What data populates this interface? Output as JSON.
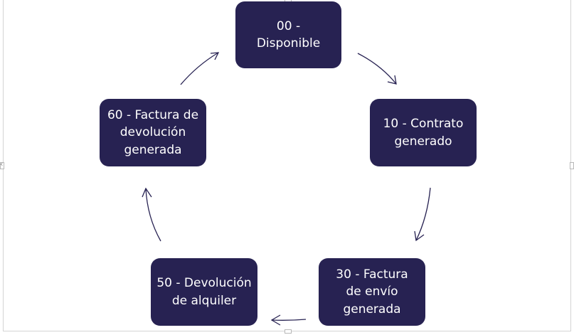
{
  "diagram": {
    "type": "cycle",
    "colors": {
      "node_fill": "#272252",
      "node_text": "#ffffff",
      "arrow": "#272252"
    },
    "nodes": [
      {
        "id": "n00",
        "label": "00 - Disponible"
      },
      {
        "id": "n10",
        "label": "10 - Contrato generado"
      },
      {
        "id": "n30",
        "label": "30 - Factura de envío generada"
      },
      {
        "id": "n50",
        "label": "50 - Devolución de alquiler"
      },
      {
        "id": "n60",
        "label": "60 - Factura de devolución generada"
      }
    ],
    "edges": [
      {
        "from": "n00",
        "to": "n10"
      },
      {
        "from": "n10",
        "to": "n30"
      },
      {
        "from": "n30",
        "to": "n50"
      },
      {
        "from": "n50",
        "to": "n60"
      },
      {
        "from": "n60",
        "to": "n00"
      }
    ]
  }
}
